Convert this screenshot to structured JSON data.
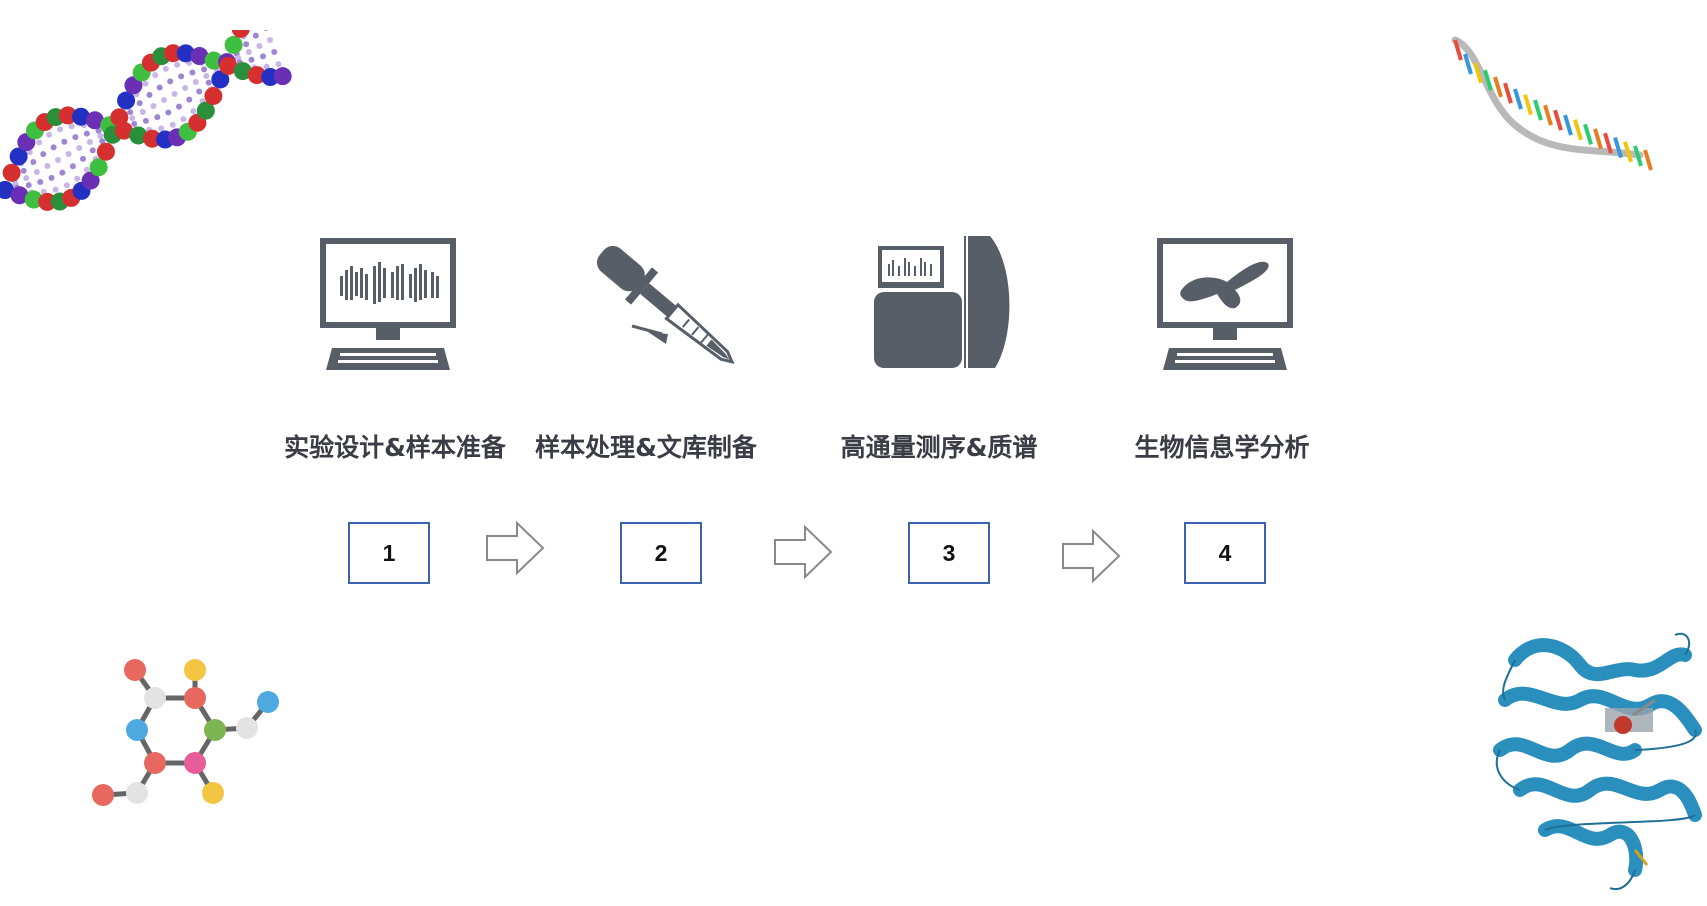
{
  "colors": {
    "icon_gray": "#585e68",
    "box_border": "#3c62b4",
    "label_text": "#3a3d45",
    "arrow_stroke": "#8a8a8a"
  },
  "steps": [
    {
      "label": "实验设计&样本准备",
      "number": "1",
      "icon": "computer-sequencing-chart-icon"
    },
    {
      "label": "样本处理&文库制备",
      "number": "2",
      "icon": "pipette-icon"
    },
    {
      "label": "高通量测序&质谱",
      "number": "3",
      "icon": "sequencer-machine-icon"
    },
    {
      "label": "生物信息学分析",
      "number": "4",
      "icon": "computer-chromosome-icon"
    }
  ],
  "decorations": [
    {
      "name": "dna-double-helix-illustration"
    },
    {
      "name": "rna-strand-illustration"
    },
    {
      "name": "molecule-structure-illustration"
    },
    {
      "name": "protein-ribbon-illustration"
    }
  ]
}
